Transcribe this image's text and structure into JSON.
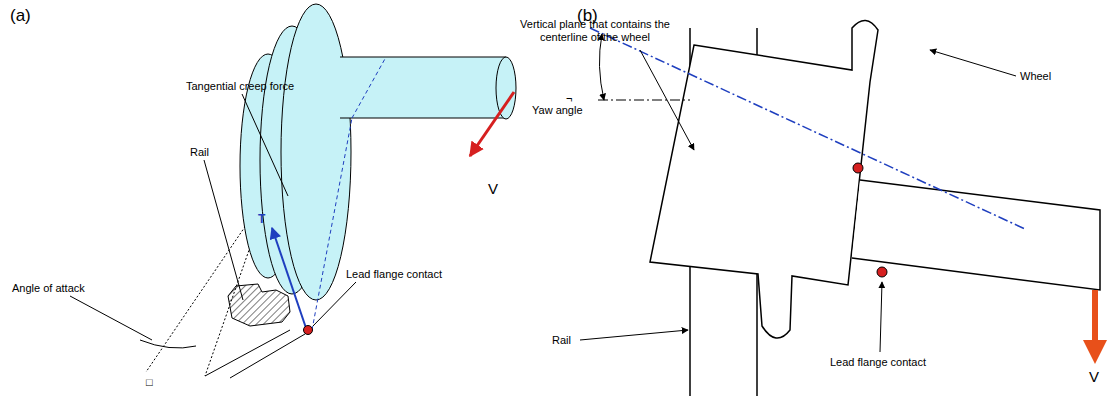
{
  "diagram": {
    "labels": [
      "(a)",
      "T",
      "Tangential creep force",
      "Rail",
      "Angle of attack",
      "□",
      "Lead flange contact",
      "V",
      "(b)",
      "Vertical plane that contains the centerline of the wheel",
      "¬",
      "Yaw angle",
      "Wheel",
      "Rail",
      "Lead flange contact",
      "V"
    ]
  }
}
